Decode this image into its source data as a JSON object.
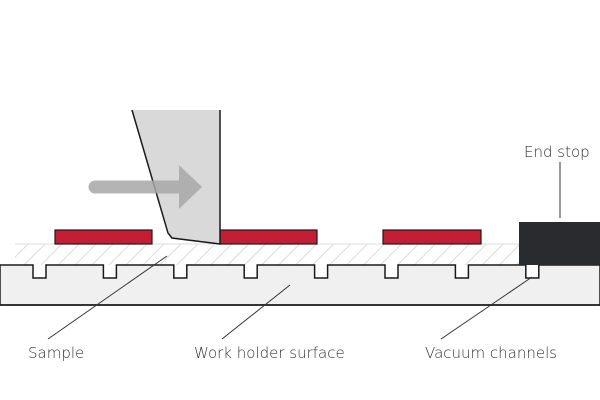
{
  "diagram": {
    "labels": {
      "end_stop": "End stop",
      "sample": "Sample",
      "work_holder_surface": "Work holder surface",
      "vacuum_channels": "Vacuum channels"
    },
    "colors": {
      "sample": "#c41e35",
      "end_stop": "#2a2b2e",
      "blade": "#d9d9d9",
      "arrow": "#b3b3b3",
      "work_holder": "#f0f0f0",
      "hatch": "#cccccc",
      "outline": "#1a1a1a"
    },
    "sample_count": 3,
    "vacuum_channel_count": 8,
    "arrow_direction": "right"
  }
}
